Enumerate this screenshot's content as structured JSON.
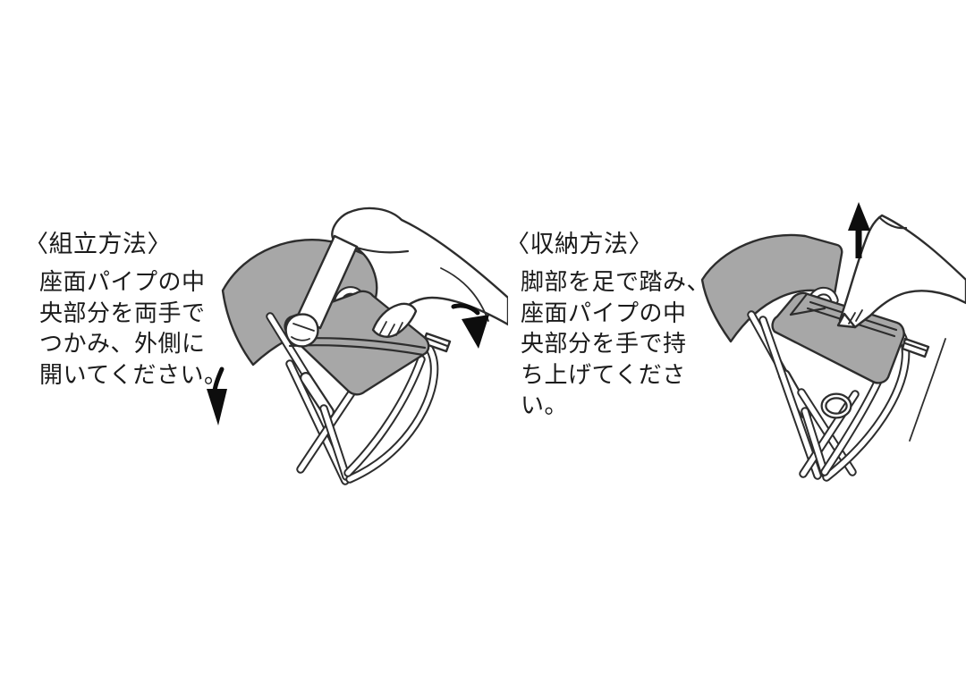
{
  "page": {
    "background": "#ffffff"
  },
  "colors": {
    "page_bg": "#ffffff",
    "text_black": "#1b1b1b",
    "line_dark": "#2d2d2d",
    "fabric_gray": "#a7a7a7",
    "arrow_black": "#0d0d0d"
  },
  "panels": {
    "assembly": {
      "title": "〈組立方法〉",
      "instruction_lines": [
        "座面パイプの中",
        "央部分を両手で",
        "つかみ、外側に",
        "開いてください。"
      ],
      "arrows": [
        "curved-arrow-down-icon",
        "curved-arrow-down-right-icon"
      ]
    },
    "storage": {
      "title": "〈収納方法〉",
      "instruction_lines": [
        "脚部を足で踏み、",
        "座面パイプの中",
        "央部分を手で持",
        "ち上げてくださ",
        "い。"
      ],
      "arrows": [
        "arrow-up-icon"
      ]
    }
  }
}
